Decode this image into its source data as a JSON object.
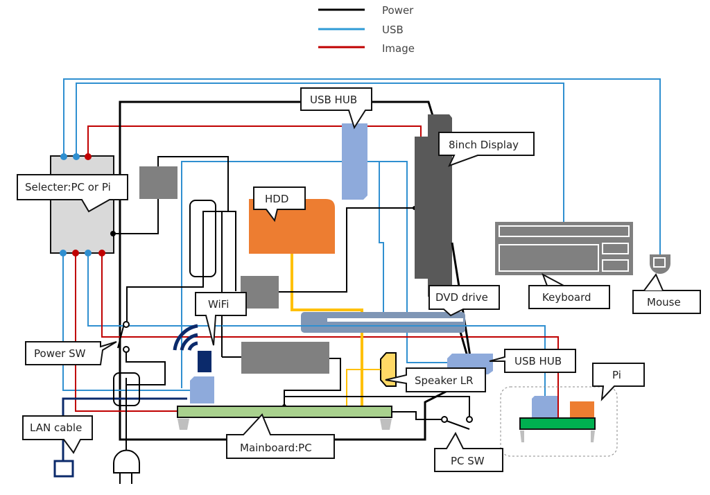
{
  "legend": {
    "items": [
      {
        "label": "Power",
        "color": "#000000"
      },
      {
        "label": "USB",
        "color": "#2f9bd6"
      },
      {
        "label": "Image",
        "color": "#c00000"
      }
    ]
  },
  "colors": {
    "power": "#000000",
    "usb": "#2f8fd0",
    "image": "#c00000",
    "lan": "#0b2a6b",
    "audio": "#ffc000",
    "selector_box": "#d9d9d9",
    "gray_block": "#808080",
    "display": "#595959",
    "usb_hub": "#8eaadb",
    "hdd": "#ed7d31",
    "dvd": "#7f96b5",
    "mainboard": "#a9d18e",
    "pi_board": "#00b050",
    "speaker": "#ffd966",
    "wifi": "#002060"
  },
  "labels": {
    "selector": "Selecter:PC or Pi",
    "usb_hub_top": "USB HUB",
    "display": "8inch Display",
    "hdd": "HDD",
    "keyboard": "Keyboard",
    "mouse": "Mouse",
    "dvd": "DVD drive",
    "wifi": "WiFi",
    "power_sw": "Power SW",
    "usb_hub_bottom": "USB HUB",
    "speaker": "Speaker LR",
    "pi": "Pi",
    "lan": "LAN cable",
    "mainboard": "Mainboard:PC",
    "pc_sw": "PC SW"
  }
}
